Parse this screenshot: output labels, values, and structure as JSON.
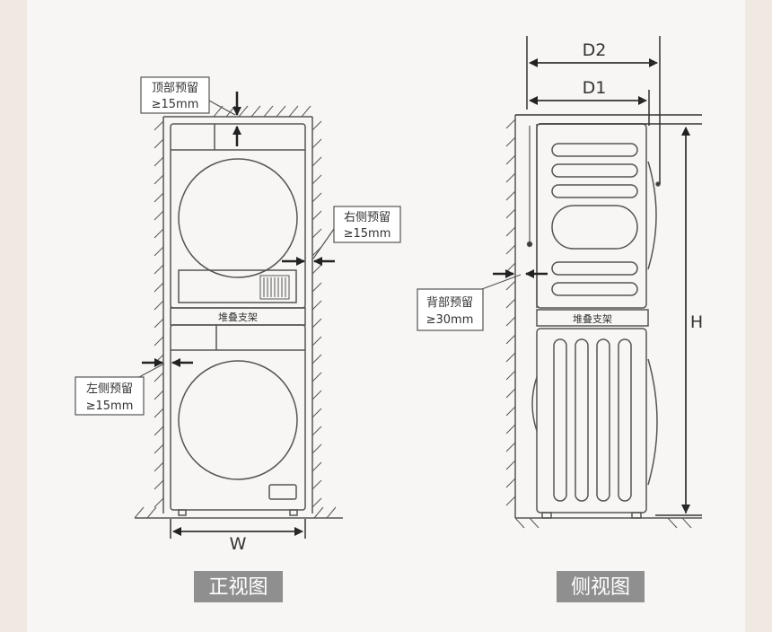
{
  "front_view": {
    "caption": "正视图",
    "top_clearance": {
      "line1": "顶部预留",
      "line2": "≥15mm"
    },
    "right_clearance": {
      "line1": "右侧预留",
      "line2": "≥15mm"
    },
    "left_clearance": {
      "line1": "左侧预留",
      "line2": "≥15mm"
    },
    "stacking_bracket": "堆叠支架",
    "width_label": "W"
  },
  "side_view": {
    "caption": "侧视图",
    "back_clearance": {
      "line1": "背部预留",
      "line2": "≥30mm"
    },
    "stacking_bracket": "堆叠支架",
    "depth_outer_label": "D2",
    "depth_inner_label": "D1",
    "height_label": "H"
  },
  "colors": {
    "background": "#efe9e1",
    "panel": "#f7f6f4",
    "line": "#555555",
    "badge": "#8f8f8f"
  }
}
